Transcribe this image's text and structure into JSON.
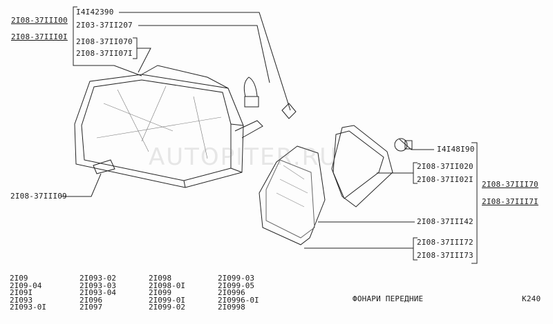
{
  "watermark": "AUTOPITER.RU",
  "left_labels": {
    "assembly_1": "2I08-37III00",
    "assembly_2": "2I08-37III0I",
    "bulb_1": "I4I42390",
    "bulb_2": "2I03-37II207",
    "part_070": "2I08-37II070",
    "part_071": "2I08-37II07I",
    "clip": "2I08-37III09"
  },
  "right_labels": {
    "bulb": "I4I48I90",
    "housing_020": "2I08-37II020",
    "housing_021": "2I08-37II02I",
    "assembly_70": "2I08-37III70",
    "assembly_71": "2I08-37III7I",
    "gasket": "2I08-37III42",
    "lens_72": "2I08-37III72",
    "lens_73": "2I08-37III73"
  },
  "models": [
    [
      "2I09",
      "2I09-04",
      "2I09I",
      "2I093",
      "2I093-0I"
    ],
    [
      "2I093-02",
      "2I093-03",
      "2I093-04",
      "2I096",
      "2I097"
    ],
    [
      "2I098",
      "2I098-0I",
      "2I099",
      "2I099-0I",
      "2I099-02"
    ],
    [
      "2I099-03",
      "2I099-05",
      "2I0996",
      "2I0996-0I",
      "2I0998"
    ]
  ],
  "title": "ФОНАРИ ПЕРЕДНИЕ",
  "page_code": "K240"
}
